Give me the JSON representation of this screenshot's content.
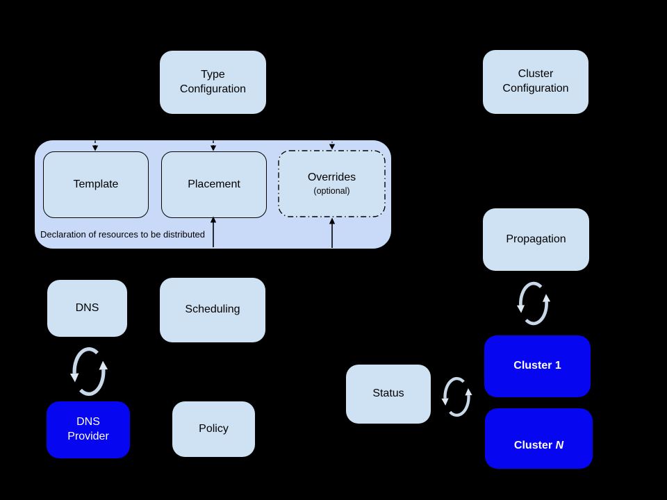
{
  "diagram": {
    "background": "#000000",
    "colors": {
      "light_box": "#cfe2f3",
      "container_box": "#c9daf8",
      "blue_box": "#0606f0",
      "box_text": "#000000",
      "blue_box_text": "#ffffff",
      "arrow": "#000000",
      "sync_icon": "#c9d8e9"
    },
    "nodes": {
      "type_config": {
        "label": "Type\nConfiguration"
      },
      "cluster_config": {
        "label": "Cluster\nConfiguration"
      },
      "template": {
        "label": "Template"
      },
      "placement": {
        "label": "Placement"
      },
      "overrides": {
        "label": "Overrides",
        "sublabel": "(optional)"
      },
      "dns": {
        "label": "DNS"
      },
      "scheduling": {
        "label": "Scheduling"
      },
      "propagation": {
        "label": "Propagation"
      },
      "dns_provider": {
        "label": "DNS\nProvider"
      },
      "policy": {
        "label": "Policy"
      },
      "status": {
        "label": "Status"
      },
      "cluster_1": {
        "label": "Cluster 1"
      },
      "cluster_n": {
        "prefix": "Cluster ",
        "italic_suffix": "N"
      }
    },
    "container": {
      "caption": "Declaration of resources to be distributed"
    },
    "icons": {
      "sync": "sync-arrows-icon"
    }
  }
}
